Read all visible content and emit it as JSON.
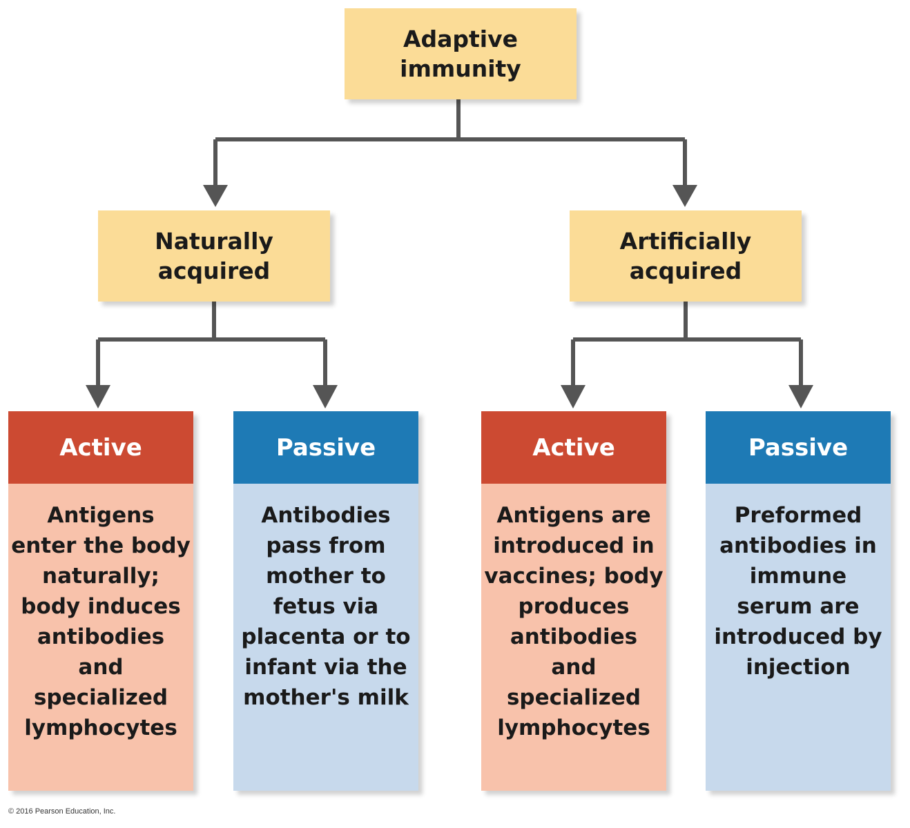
{
  "root": {
    "lines": [
      "Adaptive",
      "immunity"
    ]
  },
  "branches": [
    {
      "lines": [
        "Naturally",
        "acquired"
      ],
      "cards": [
        {
          "type": "Active",
          "description": "Antigens enter the body naturally; body induces antibodies and specialized lymphocytes"
        },
        {
          "type": "Passive",
          "description": "Antibodies pass from mother to fetus via placenta or to infant via the mother's milk"
        }
      ]
    },
    {
      "lines": [
        "Artificially",
        "acquired"
      ],
      "cards": [
        {
          "type": "Active",
          "description": "Antigens are introduced in vaccines; body produces antibodies and specialized lymphocytes"
        },
        {
          "type": "Passive",
          "description": "Preformed antibodies in immune serum are introduced by injection"
        }
      ]
    }
  ],
  "colors": {
    "yellow_box": "#fbdc97",
    "active_header": "#cc4a32",
    "active_body": "#f8c2ab",
    "passive_header": "#1e7ab5",
    "passive_body": "#c7d9ec",
    "connector": "#555555"
  },
  "footer": {
    "copyright": "© 2016 Pearson Education, Inc."
  }
}
